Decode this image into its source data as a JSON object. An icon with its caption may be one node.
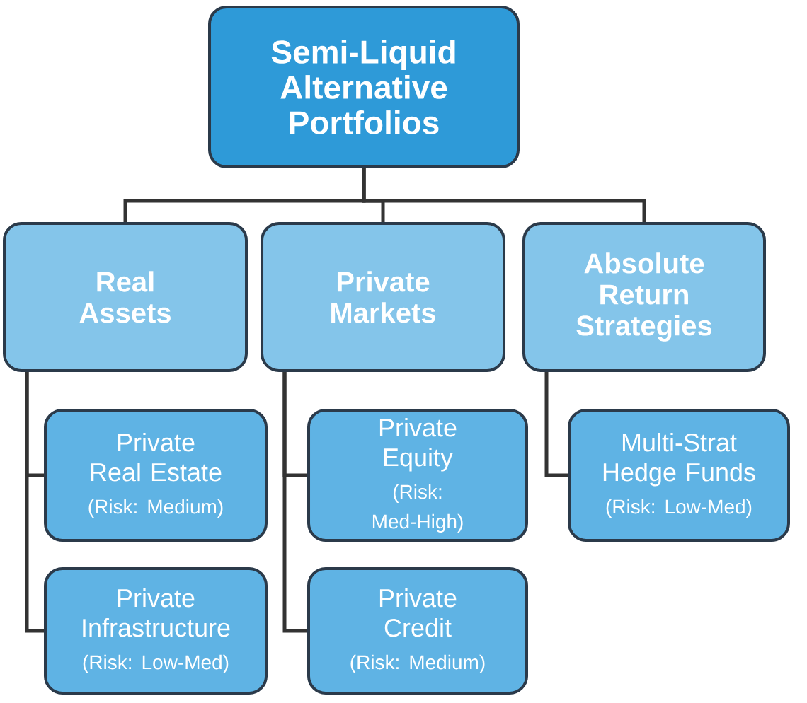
{
  "diagram": {
    "nodes": [
      {
        "text": [
          "Semi-Liquid Alternative Portfolios"
        ]
      },
      {
        "text": [
          "Real Assets"
        ]
      },
      {
        "text": [
          "Private Markets"
        ]
      },
      {
        "text": [
          "Absolute Return Strategies"
        ]
      },
      {
        "text": [
          "Private Real Estate",
          "(Risk: Medium)"
        ]
      },
      {
        "text": [
          "Private Equity",
          "(Risk: Med-High)"
        ]
      },
      {
        "text": [
          "Multi-Strat Hedge Funds",
          "(Risk: Low-Med)"
        ]
      },
      {
        "text": [
          "Private Infrastructure",
          "(Risk: Low-Med)"
        ]
      },
      {
        "text": [
          "Private Credit",
          "(Risk: Medium)"
        ]
      }
    ],
    "edges": [
      {
        "from": 0,
        "to": 1,
        "arrow": "none"
      },
      {
        "from": 0,
        "to": 2,
        "arrow": "none"
      },
      {
        "from": 0,
        "to": 3,
        "arrow": "none"
      },
      {
        "from": 1,
        "to": 4,
        "arrow": "none"
      },
      {
        "from": 1,
        "to": 7,
        "arrow": "none"
      },
      {
        "from": 2,
        "to": 5,
        "arrow": "none"
      },
      {
        "from": 2,
        "to": 8,
        "arrow": "none"
      },
      {
        "from": 3,
        "to": 6,
        "arrow": "none"
      }
    ]
  }
}
